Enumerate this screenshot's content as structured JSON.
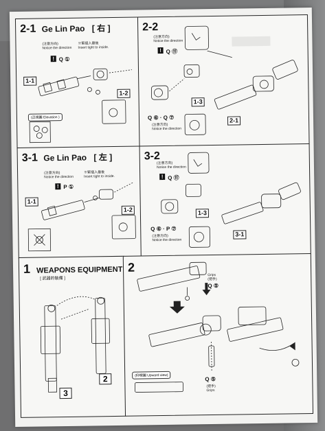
{
  "panels": {
    "p21": {
      "step": "2-1",
      "title": "Ge Lin Pao",
      "bracket": "[ 右 ]",
      "note1": "(注意方向)",
      "note1b": "Notice the direction",
      "note2": "※緊插入最後",
      "note2b": "Insert tight to inside.",
      "q": "Q ①",
      "tag_a": "1-1",
      "tag_b": "1-2",
      "elev": "(正視圖 Elevation )"
    },
    "p22": {
      "step": "2-2",
      "note1": "(注意方向)",
      "note1b": "Notice the direction",
      "q1": "Q ⑪",
      "q2": "Q ⑥ · Q ⑦",
      "note2": "(注意方向)",
      "note2b": "Notice the direction",
      "tag_a": "1-3",
      "tag_b": "2-1"
    },
    "p31": {
      "step": "3-1",
      "title": "Ge Lin Pao",
      "bracket": "[ 左 ]",
      "note1": "(注意方向)",
      "note1b": "Notice the direction",
      "note2": "※緊插入最後",
      "note2b": "Insert tight to inside.",
      "q": "P ①",
      "tag_a": "1-1",
      "tag_b": "1-2"
    },
    "p32": {
      "step": "3-2",
      "note1": "(注意方向)",
      "note1b": "Notice the direction",
      "q1": "Q ⑪",
      "q2": "Q ⑥ · P ⑦",
      "note2": "(注意方向)",
      "note2b": "Notice the direction",
      "tag_a": "1-3",
      "tag_b": "3-1"
    },
    "p1": {
      "step": "1",
      "title": "WEAPONS EQUIPMENT",
      "sub": "[ 武器的裝備 ]",
      "n3": "3",
      "n2": "2"
    },
    "p2": {
      "step": "2",
      "grips": "Grips",
      "grips_cn": "(把手)",
      "q5": "Q ⑤",
      "q5b": "Q ⑤",
      "grips2_cn": "(把手)",
      "grips2": "Grips",
      "upward": "(仰視圖 Upward view)"
    }
  }
}
